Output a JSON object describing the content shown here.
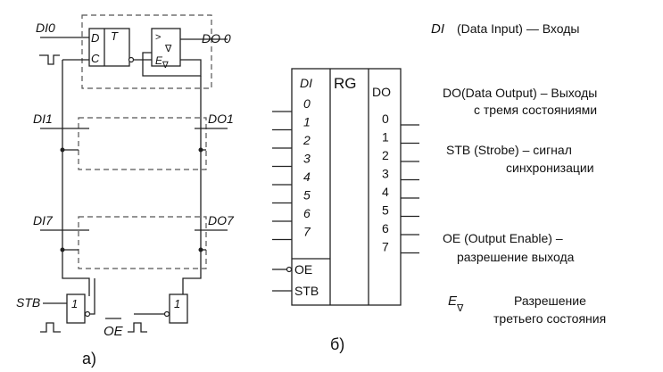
{
  "circuit": {
    "din": [
      "DI0",
      "DI1",
      "DI7"
    ],
    "dout": [
      "DO 0",
      "DO1",
      "DO7"
    ],
    "ff_d": "D",
    "ff_t": "T",
    "ff_c": "C",
    "buf_gt": ">",
    "buf_nabla": "∇",
    "buf_e": "E",
    "stb": "STB",
    "oe": "OE",
    "gate_one": "1",
    "caption": "а)"
  },
  "register": {
    "di_header": "DI",
    "title": "RG",
    "do_header": "DO",
    "di_pins": [
      "0",
      "1",
      "2",
      "3",
      "4",
      "5",
      "6",
      "7"
    ],
    "do_pins": [
      "0",
      "1",
      "2",
      "3",
      "4",
      "5",
      "6",
      "7"
    ],
    "oe_pin": "OE",
    "stb_pin": "STB",
    "caption": "б)"
  },
  "legend": {
    "di_sym": "DI",
    "di_text": "(Data  Input) — Входы",
    "do_line1": "DO(Data  Output) – Выходы",
    "do_line2": "с  тремя  состояниями",
    "stb_line1": "STB   (Strobe) – сигнал",
    "stb_line2": "синхронизации",
    "oe_line1": "OE (Output  Enable) –",
    "oe_line2": "разрешение  выхода",
    "e_sym": "E",
    "e_sub": "∇",
    "e_line1": "Разрешение",
    "e_line2": "третьего  состояния"
  }
}
